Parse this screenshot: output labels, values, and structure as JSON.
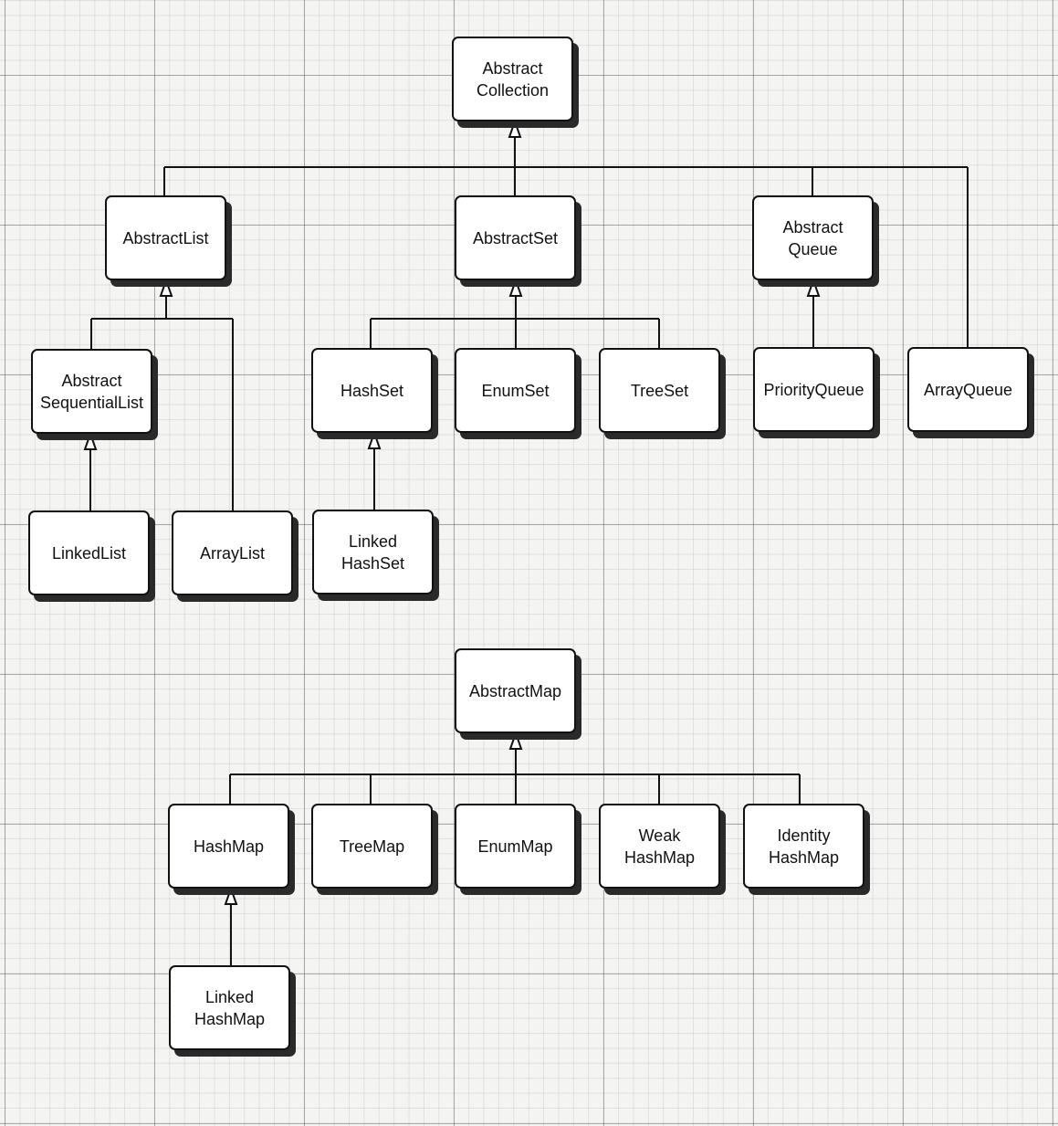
{
  "nodes": [
    {
      "id": "abstract_collection",
      "label": "Abstract\nCollection"
    },
    {
      "id": "abstract_list",
      "label": "AbstractList"
    },
    {
      "id": "abstract_set",
      "label": "AbstractSet"
    },
    {
      "id": "abstract_queue",
      "label": "Abstract\nQueue"
    },
    {
      "id": "abstract_sequential_list",
      "label": "Abstract\nSequentialList"
    },
    {
      "id": "hash_set",
      "label": "HashSet"
    },
    {
      "id": "enum_set",
      "label": "EnumSet"
    },
    {
      "id": "tree_set",
      "label": "TreeSet"
    },
    {
      "id": "priority_queue",
      "label": "PriorityQueue"
    },
    {
      "id": "array_queue",
      "label": "ArrayQueue"
    },
    {
      "id": "linked_list",
      "label": "LinkedList"
    },
    {
      "id": "array_list",
      "label": "ArrayList"
    },
    {
      "id": "linked_hash_set",
      "label": "Linked\nHashSet"
    },
    {
      "id": "abstract_map",
      "label": "AbstractMap"
    },
    {
      "id": "hash_map",
      "label": "HashMap"
    },
    {
      "id": "tree_map",
      "label": "TreeMap"
    },
    {
      "id": "enum_map",
      "label": "EnumMap"
    },
    {
      "id": "weak_hash_map",
      "label": "Weak\nHashMap"
    },
    {
      "id": "identity_hash_map",
      "label": "Identity\nHashMap"
    },
    {
      "id": "linked_hash_map",
      "label": "Linked\nHashMap"
    }
  ],
  "edges": [
    {
      "from": "abstract_list",
      "to": "abstract_collection"
    },
    {
      "from": "abstract_set",
      "to": "abstract_collection"
    },
    {
      "from": "abstract_queue",
      "to": "abstract_collection"
    },
    {
      "from": "array_queue",
      "to": "abstract_collection"
    },
    {
      "from": "abstract_sequential_list",
      "to": "abstract_list"
    },
    {
      "from": "array_list",
      "to": "abstract_list"
    },
    {
      "from": "linked_list",
      "to": "abstract_sequential_list"
    },
    {
      "from": "hash_set",
      "to": "abstract_set"
    },
    {
      "from": "enum_set",
      "to": "abstract_set"
    },
    {
      "from": "tree_set",
      "to": "abstract_set"
    },
    {
      "from": "linked_hash_set",
      "to": "hash_set"
    },
    {
      "from": "priority_queue",
      "to": "abstract_queue"
    },
    {
      "from": "hash_map",
      "to": "abstract_map"
    },
    {
      "from": "tree_map",
      "to": "abstract_map"
    },
    {
      "from": "enum_map",
      "to": "abstract_map"
    },
    {
      "from": "weak_hash_map",
      "to": "abstract_map"
    },
    {
      "from": "identity_hash_map",
      "to": "abstract_map"
    },
    {
      "from": "linked_hash_map",
      "to": "hash_map"
    }
  ],
  "colors": {
    "line": "#111111",
    "box_fill": "#ffffff",
    "shadow": "#2a2a2a"
  }
}
